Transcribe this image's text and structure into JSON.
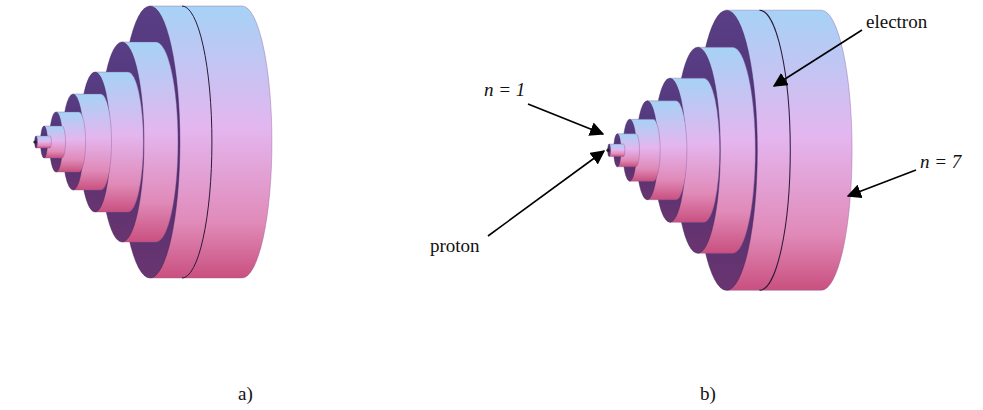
{
  "diagram": {
    "labels": [
      "a)",
      "b)",
      "n = 1",
      "proton",
      "electron",
      "n = 7"
    ]
  }
}
